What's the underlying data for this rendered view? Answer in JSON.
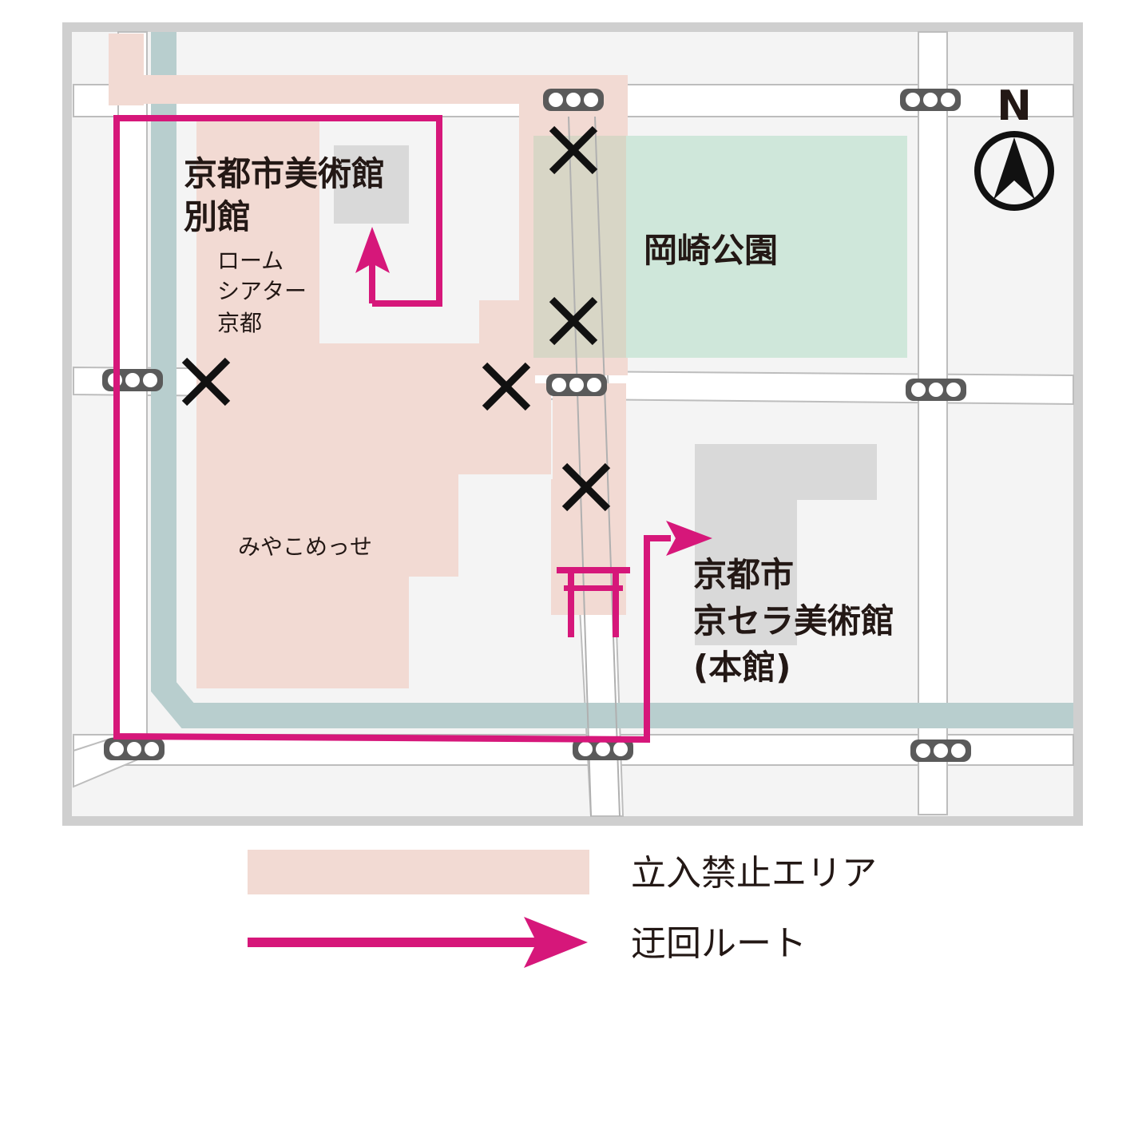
{
  "map": {
    "north_label": "N",
    "labels": {
      "annex_line1": "京都市美術館",
      "annex_line2": "別館",
      "rohm_line1": "ローム",
      "rohm_line2": "シアター",
      "rohm_line3": "京都",
      "park": "岡崎公園",
      "miyako_messe": "みやこめっせ",
      "main_line1": "京都市",
      "main_line2": "京セラ美術館",
      "main_line3": "(本館)"
    },
    "colors": {
      "background": "#f4f4f4",
      "frame": "#cfcfcf",
      "road": "#ffffff",
      "road_edge": "#bdbdbd",
      "canal": "#b8cece",
      "restricted_area": "#f2dad3",
      "park": "#cfe7da",
      "building": "#d9d9d9",
      "detour_route": "#d6177a",
      "closed_mark": "#111111",
      "traffic_signal": "#5a5a5a"
    },
    "icons": [
      "north-compass-icon",
      "traffic-signal-icon",
      "closed-x-icon",
      "torii-gate-icon",
      "arrow-icon"
    ]
  },
  "legend": {
    "restricted_area": "立入禁止エリア",
    "detour_route": "迂回ルート"
  }
}
